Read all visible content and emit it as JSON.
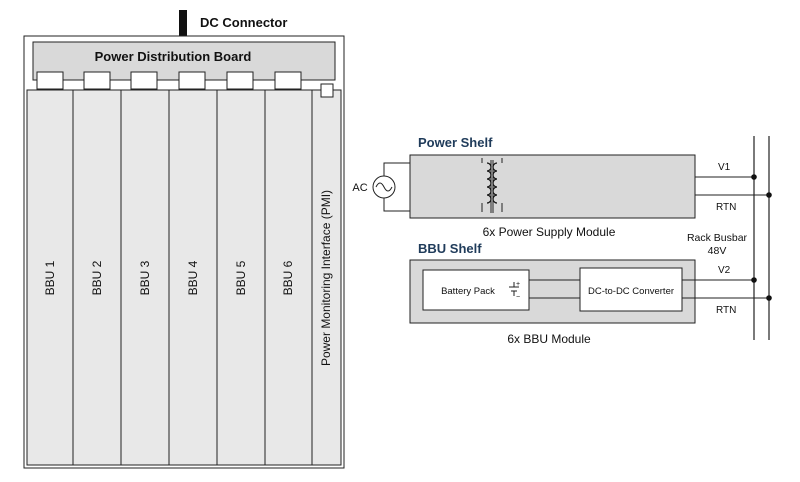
{
  "left_rack": {
    "dc_connector": "DC Connector",
    "pdb_title": "Power Distribution Board",
    "bbu_slots": [
      "BBU 1",
      "BBU 2",
      "BBU 3",
      "BBU 4",
      "BBU 5",
      "BBU 6"
    ],
    "pmi_label": "Power Monitoring Interface (PMI)"
  },
  "power_shelf": {
    "title": "Power Shelf",
    "ac_label": "AC",
    "module_caption": "6x Power Supply Module"
  },
  "bbu_shelf": {
    "title": "BBU Shelf",
    "battery_label": "Battery Pack",
    "converter_label": "DC-to-DC Converter",
    "module_caption": "6x BBU Module"
  },
  "busbar": {
    "label_line1": "Rack Busbar",
    "label_line2": "48V",
    "v1": "V1",
    "rtn1": "RTN",
    "v2": "V2",
    "rtn2": "RTN"
  },
  "colors": {
    "panel_gray": "#d9d9d9",
    "slot_gray": "#e8e8e8",
    "title_blue": "#1f3b5a"
  }
}
